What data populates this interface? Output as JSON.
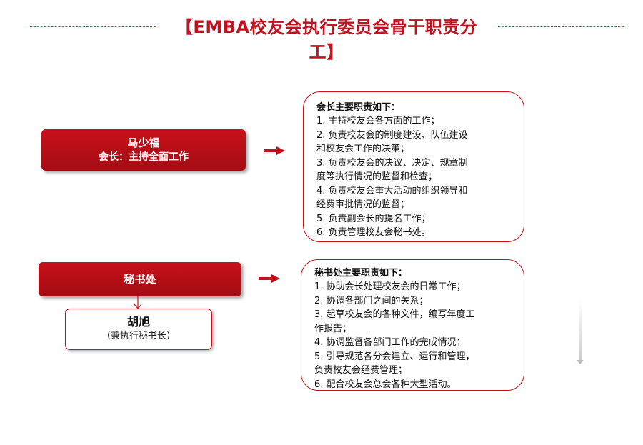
{
  "header": {
    "title": "EMBA校友会执行委员会骨干职责分工",
    "bracket_open": "【",
    "bracket_close": "】",
    "accent": "#c1121f"
  },
  "chair_box": {
    "name": "马少福",
    "role": "会长：主持全面工作"
  },
  "secretariat_box": {
    "label": "秘书处"
  },
  "secretary_box": {
    "name": "胡旭",
    "role": "（兼执行秘书长）"
  },
  "chair_duties": {
    "title": "会长主要职责如下：",
    "items": [
      "1. 主持校友会各方面的工作；",
      "2. 负责校友会的制度建设、队伍建设",
      "和校友会工作的决策；",
      "3. 负责校友会的决议、决定、规章制",
      "度等执行情况的监督和检查；",
      "4. 负责校友会重大活动的组织领导和",
      "经费审批情况的监督；",
      "5. 负责副会长的提名工作；",
      "6. 负责管理校友会秘书处。"
    ]
  },
  "secretariat_duties": {
    "title": "秘书处主要职责如下：",
    "items": [
      "1. 协助会长处理校友会的日常工作；",
      "2. 协调各部门之间的关系；",
      "3. 起草校友会的各种文件，编写年度工",
      "作报告；",
      "4. 协调监督各部门工作的完成情况；",
      "5. 引导规范各分会建立、运行和管理，",
      "负责校友会经费管理；",
      "6. 配合校友会总会各种大型活动。"
    ]
  },
  "icons": {
    "arrow": "right-arrow-icon",
    "down": "down-arrow-icon"
  }
}
